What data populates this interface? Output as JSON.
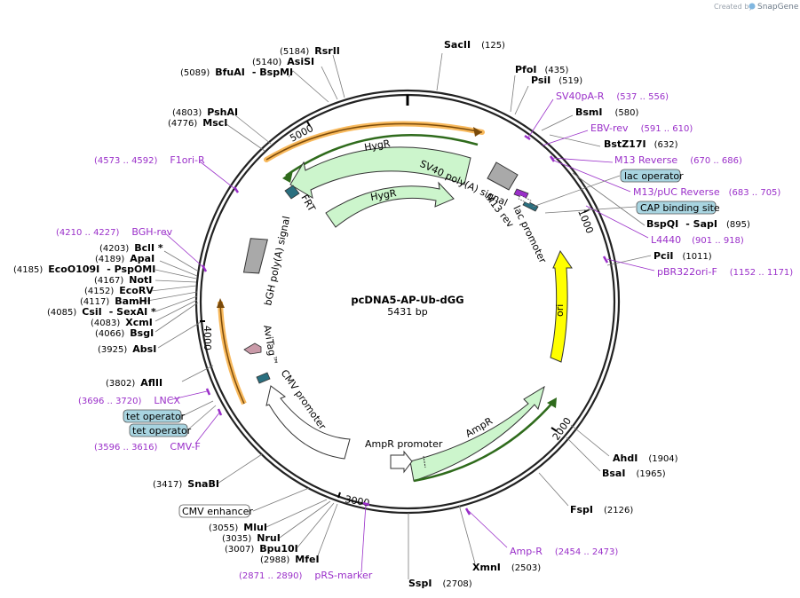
{
  "credit": {
    "prefix": "Created by",
    "brand": "SnapGene"
  },
  "plasmid": {
    "name": "pcDNA5-AP-Ub-dGG",
    "size": "5431 bp"
  },
  "ticks": [
    "1000",
    "2000",
    "3000",
    "4000",
    "5000"
  ],
  "enzymes_right": [
    {
      "name": "SacII",
      "pos": "(125)"
    },
    {
      "name": "PfoI",
      "pos": "(435)"
    },
    {
      "name": "PsiI",
      "pos": "(519)"
    },
    {
      "name": "BsmI",
      "pos": "(580)"
    },
    {
      "name": "BstZ17I",
      "pos": "(632)"
    },
    {
      "name": "BspQI",
      "name2": "- SapI",
      "pos": "(895)"
    },
    {
      "name": "PciI",
      "pos": "(1011)"
    },
    {
      "name": "AhdI",
      "pos": "(1904)"
    },
    {
      "name": "BsaI",
      "pos": "(1965)"
    },
    {
      "name": "FspI",
      "pos": "(2126)"
    },
    {
      "name": "XmnI",
      "pos": "(2503)"
    },
    {
      "name": "SspI",
      "pos": "(2708)"
    }
  ],
  "enzymes_left": [
    {
      "pos": "(5184)",
      "name": "RsrII"
    },
    {
      "pos": "(5140)",
      "name": "AsiSI"
    },
    {
      "pos": "(5089)",
      "name": "BfuAI",
      "name2": "- BspMI"
    },
    {
      "pos": "(4803)",
      "name": "PshAI"
    },
    {
      "pos": "(4776)",
      "name": "MscI"
    },
    {
      "pos": "(4203)",
      "name": "BclI *"
    },
    {
      "pos": "(4189)",
      "name": "ApaI"
    },
    {
      "pos": "(4185)",
      "name": "EcoO109I",
      "name2": "- PspOMI"
    },
    {
      "pos": "(4167)",
      "name": "NotI"
    },
    {
      "pos": "(4152)",
      "name": "EcoRV"
    },
    {
      "pos": "(4117)",
      "name": "BamHI"
    },
    {
      "pos": "(4085)",
      "name": "CsiI",
      "name2": "- SexAI *"
    },
    {
      "pos": "(4083)",
      "name": "XcmI"
    },
    {
      "pos": "(4066)",
      "name": "BsgI"
    },
    {
      "pos": "(3925)",
      "name": "AbsI"
    },
    {
      "pos": "(3802)",
      "name": "AflII"
    },
    {
      "pos": "(3417)",
      "name": "SnaBI"
    },
    {
      "pos": "(3055)",
      "name": "MluI"
    },
    {
      "pos": "(3035)",
      "name": "NruI"
    },
    {
      "pos": "(3007)",
      "name": "Bpu10I"
    },
    {
      "pos": "(2988)",
      "name": "MfeI"
    }
  ],
  "primers_right": [
    {
      "name": "SV40pA-R",
      "pos": "(537 .. 556)"
    },
    {
      "name": "EBV-rev",
      "pos": "(591 .. 610)"
    },
    {
      "name": "M13 Reverse",
      "pos": "(670 .. 686)"
    },
    {
      "name": "M13/pUC Reverse",
      "pos": "(683 .. 705)"
    },
    {
      "name": "L4440",
      "pos": "(901 .. 918)"
    },
    {
      "name": "pBR322ori-F",
      "pos": "(1152 .. 1171)"
    },
    {
      "name": "Amp-R",
      "pos": "(2454 .. 2473)"
    }
  ],
  "primers_left": [
    {
      "pos": "(4573 .. 4592)",
      "name": "F1ori-R"
    },
    {
      "pos": "(4210 .. 4227)",
      "name": "BGH-rev"
    },
    {
      "pos": "(3696 .. 3720)",
      "name": "LNCX"
    },
    {
      "pos": "(3596 .. 3616)",
      "name": "CMV-F"
    },
    {
      "pos": "(2871 .. 2890)",
      "name": "pRS-marker"
    }
  ],
  "boxed_features": [
    "lac operator",
    "CAP binding site",
    "tet operator",
    "tet operator",
    "CMV enhancer"
  ],
  "features": {
    "hygr_outer": "HygR",
    "hygr_inner": "HygR",
    "sv40": "SV40 poly(A) signal",
    "m13rev": "M13 rev",
    "lacpromoter": "lac promoter",
    "ori": "ori",
    "ampr": "AmpR",
    "ampr_promoter": "AmpR promoter",
    "cmv_promoter": "CMV promoter",
    "avitag": "AviTag™",
    "bgh": "bGH poly(A) signal",
    "frt": "FRT"
  },
  "colors": {
    "hygr": "#ccf5cc",
    "ori": "#ffff00",
    "orange": "#f7b14a",
    "primer": "#9a2fc9",
    "teal": "#2a6f7f",
    "gray_feature": "#a9a9a9",
    "avitag": "#c99aa8",
    "box_fill": "#a8d4e0"
  }
}
